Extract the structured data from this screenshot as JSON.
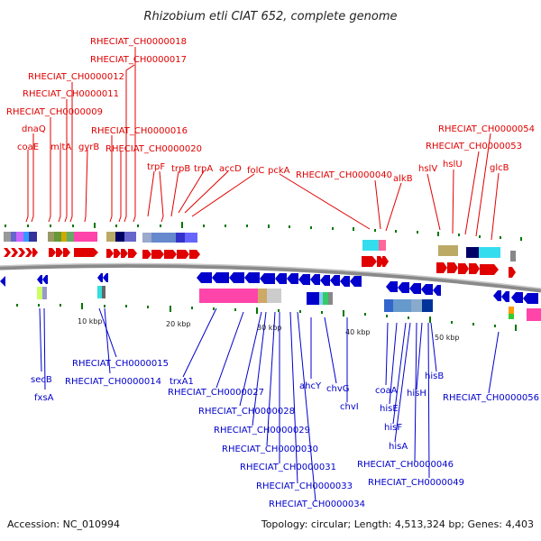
{
  "title": "Rhizobium etli CIAT 652, complete genome",
  "accession": "Accession: NC_010994",
  "topology": "Topology: circular; Length: 4,513,324 bp; Genes: 4,403",
  "colors": {
    "forward": "#e00000",
    "reverse": "#0000cc",
    "backbone": "#888888",
    "tick": "#007700"
  },
  "scale_labels": [
    "10 kbp",
    "20 kbp",
    "30 kbp",
    "40 kbp",
    "50 kbp"
  ],
  "forward_labels": [
    "RHECIAT_CH0000018",
    "RHECIAT_CH0000017",
    "RHECIAT_CH0000012",
    "RHECIAT_CH0000011",
    "RHECIAT_CH0000009",
    "dnaQ",
    "coaE",
    "mltA",
    "gyrB",
    "RHECIAT_CH0000016",
    "RHECIAT_CH0000020",
    "trpF",
    "trpB",
    "trpA",
    "accD",
    "folC",
    "pckA",
    "RHECIAT_CH0000040",
    "alkB",
    "hslV",
    "hslU",
    "RHECIAT_CH0000054",
    "RHECIAT_CH0000053",
    "glcB"
  ],
  "reverse_labels": [
    "secB",
    "fxsA",
    "RHECIAT_CH0000015",
    "RHECIAT_CH0000014",
    "trxA1",
    "RHECIAT_CH0000027",
    "RHECIAT_CH0000028",
    "RHECIAT_CH0000029",
    "RHECIAT_CH0000030",
    "RHECIAT_CH0000031",
    "RHECIAT_CH0000033",
    "RHECIAT_CH0000034",
    "ahcY",
    "chvG",
    "chvI",
    "coaA",
    "hisE",
    "hisF",
    "hisA",
    "hisH",
    "hisB",
    "RHECIAT_CH0000046",
    "RHECIAT_CH0000049",
    "RHECIAT_CH0000056"
  ]
}
